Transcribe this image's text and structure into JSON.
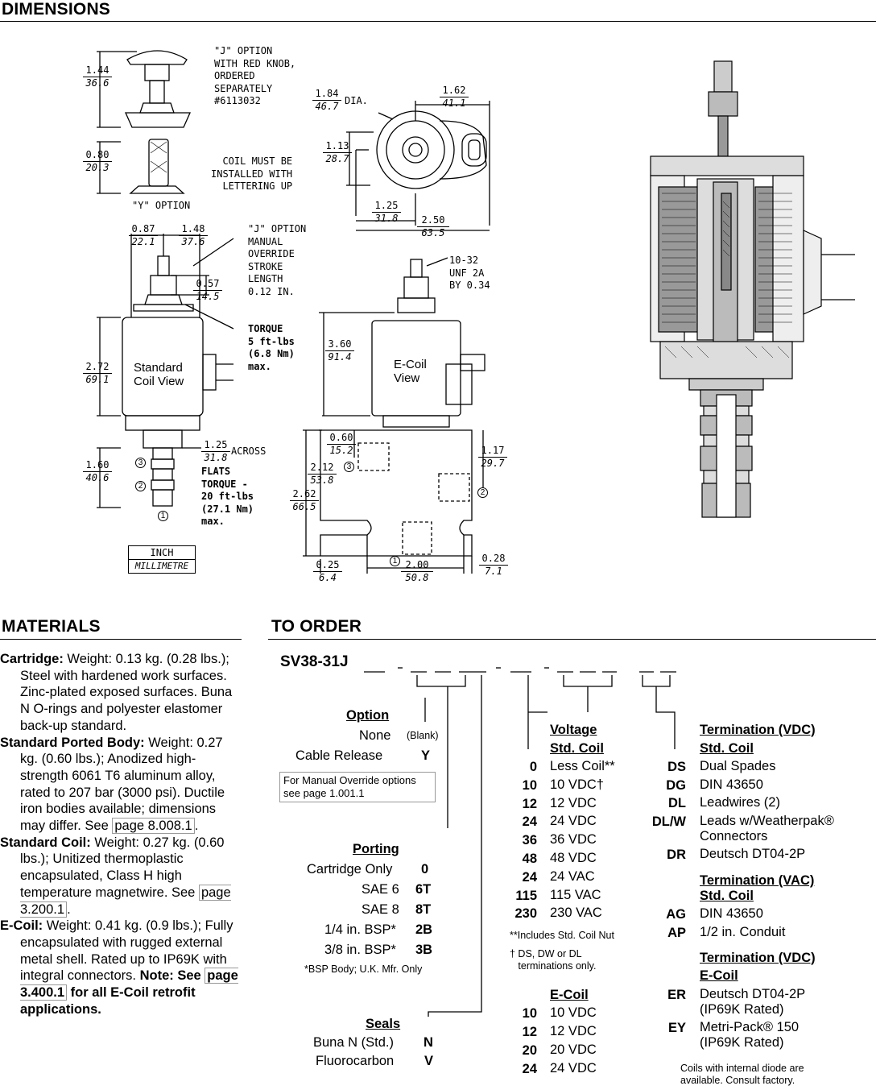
{
  "dimensions": {
    "title": "DIMENSIONS",
    "dims": {
      "knob_h": [
        "1.44",
        "36.6"
      ],
      "y_opt_h": [
        "0.80",
        "20.3"
      ],
      "dia": [
        "1.84",
        "46.7"
      ],
      "w162": [
        "1.62",
        "41.1"
      ],
      "h113": [
        "1.13",
        "28.7"
      ],
      "w125b": [
        "1.25",
        "31.8"
      ],
      "w250": [
        "2.50",
        "63.5"
      ],
      "w087": [
        "0.87",
        "22.1"
      ],
      "w148": [
        "1.48",
        "37.6"
      ],
      "h057": [
        "0.57",
        "14.5"
      ],
      "h272": [
        "2.72",
        "69.1"
      ],
      "flats": [
        "1.25",
        "31.8"
      ],
      "h160": [
        "1.60",
        "40.6"
      ],
      "h360": [
        "3.60",
        "91.4"
      ],
      "h060": [
        "0.60",
        "15.2"
      ],
      "h117": [
        "1.17",
        "29.7"
      ],
      "h212": [
        "2.12",
        "53.8"
      ],
      "h262": [
        "2.62",
        "66.5"
      ],
      "w025": [
        "0.25",
        "6.4"
      ],
      "w200": [
        "2.00",
        "50.8"
      ],
      "w028": [
        "0.28",
        "7.1"
      ]
    },
    "notes": {
      "j_option_knob": "\"J\" OPTION\nWITH RED KNOB,\nORDERED\nSEPARATELY\n#6113032",
      "coil_install": "COIL MUST BE\nINSTALLED WITH\nLETTERING UP",
      "y_option": "\"Y\" OPTION",
      "dia_label": "DIA.",
      "j_manual": "\"J\" OPTION\nMANUAL\nOVERRIDE\nSTROKE\nLENGTH\n0.12 IN.",
      "torque5": "TORQUE\n5 ft-lbs\n(6.8 Nm)\nmax.",
      "across": "ACROSS",
      "flats_torque": "FLATS\nTORQUE -\n20 ft-lbs\n(27.1 Nm)\nmax.",
      "thread": "10-32\nUNF 2A\nBY 0.34",
      "std_coil_view": "Standard\nCoil View",
      "ecoil_view": "E-Coil\nView",
      "legend_inch": "INCH",
      "legend_mm": "MILLIMETRE"
    },
    "ports": [
      "1",
      "2",
      "3"
    ]
  },
  "materials": {
    "title": "MATERIALS",
    "items": [
      {
        "head": "Cartridge:",
        "text": " Weight: 0.13 kg. (0.28 lbs.); Steel with hardened work surfaces. Zinc-plated exposed surfaces. Buna N O-rings and polyester elastomer back-up standard."
      },
      {
        "head": "Standard Ported Body:",
        "text": " Weight: 0.27 kg. (0.60 lbs.); Anodized high-strength 6061 T6 aluminum alloy, rated to 207 bar (3000 psi). Ductile iron bodies available; dimensions may differ. See ",
        "ref": "page 8.008.1",
        "tail": "."
      },
      {
        "head": "Standard Coil:",
        "text": "  Weight: 0.27 kg. (0.60 lbs.); Unitized thermoplastic encapsulated, Class H high temperature magnetwire. See ",
        "ref": "page 3.200.1",
        "tail": "."
      },
      {
        "head": "E-Coil:",
        "text": " Weight: 0.41 kg. (0.9 lbs.); Fully encapsulated with rugged external metal shell. Rated up to IP69K with integral connectors. ",
        "bold_pre": "Note: See ",
        "ref": "page 3.400.1",
        "bold_tail": " for all E-Coil retrofit applications."
      }
    ]
  },
  "order": {
    "title": "TO ORDER",
    "model": "SV38-31J",
    "option": {
      "heading": "Option",
      "rows": [
        [
          "None",
          "(Blank)"
        ],
        [
          "Cable Release",
          "Y"
        ]
      ],
      "note": "For Manual Override options\nsee page 1.001.1"
    },
    "porting": {
      "heading": "Porting",
      "rows": [
        [
          "Cartridge Only",
          "0"
        ],
        [
          "SAE 6",
          "6T"
        ],
        [
          "SAE 8",
          "8T"
        ],
        [
          "1/4 in. BSP*",
          "2B"
        ],
        [
          "3/8 in. BSP*",
          "3B"
        ]
      ],
      "note": "*BSP Body; U.K. Mfr. Only"
    },
    "seals": {
      "heading": "Seals",
      "rows": [
        [
          "Buna N (Std.)",
          "N"
        ],
        [
          "Fluorocarbon",
          "V"
        ]
      ]
    },
    "voltage": {
      "heading1": "Voltage",
      "heading2": "Std. Coil",
      "rows": [
        [
          "0",
          "Less Coil**"
        ],
        [
          "10",
          "10 VDC†"
        ],
        [
          "12",
          "12 VDC"
        ],
        [
          "24",
          "24 VDC"
        ],
        [
          "36",
          "36 VDC"
        ],
        [
          "48",
          "48 VDC"
        ],
        [
          "24",
          "24 VAC"
        ],
        [
          "115",
          "115 VAC"
        ],
        [
          "230",
          "230 VAC"
        ]
      ],
      "note1": "**Includes Std. Coil Nut",
      "note2": "† DS, DW or DL\n   terminations only."
    },
    "ecoil": {
      "heading": "E-Coil",
      "rows": [
        [
          "10",
          "10 VDC"
        ],
        [
          "12",
          "12 VDC"
        ],
        [
          "20",
          "20 VDC"
        ],
        [
          "24",
          "24 VDC"
        ]
      ]
    },
    "term_vdc": {
      "heading1": "Termination (VDC)",
      "heading2": "Std. Coil",
      "rows": [
        [
          "DS",
          "Dual Spades"
        ],
        [
          "DG",
          "DIN 43650"
        ],
        [
          "DL",
          "Leadwires (2)"
        ],
        [
          "DL/W",
          "Leads w/Weatherpak®\nConnectors"
        ],
        [
          "DR",
          "Deutsch DT04-2P"
        ]
      ]
    },
    "term_vac": {
      "heading1": "Termination (VAC)",
      "heading2": "Std. Coil",
      "rows": [
        [
          "AG",
          "DIN 43650"
        ],
        [
          "AP",
          "1/2 in. Conduit"
        ]
      ]
    },
    "term_ecoil": {
      "heading1": "Termination (VDC)",
      "heading2": "E-Coil",
      "rows": [
        [
          "ER",
          "Deutsch DT04-2P\n(IP69K Rated)"
        ],
        [
          "EY",
          "Metri-Pack® 150\n(IP69K Rated)"
        ]
      ],
      "note": "Coils with internal diode are\navailable. Consult factory."
    }
  }
}
